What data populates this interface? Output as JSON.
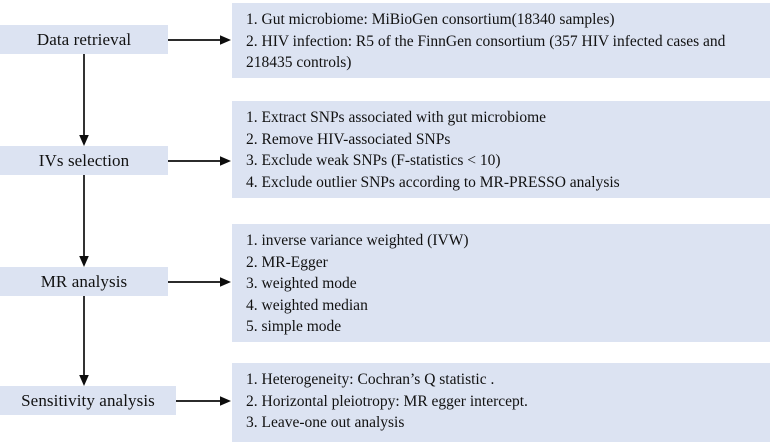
{
  "figure": {
    "type": "flowchart",
    "orientation": "vertical-stages-with-lateral-details",
    "box_fill_color": "#dce3f2",
    "arrow_color": "#0d0d0d",
    "background_color": "#ffffff"
  },
  "stages": [
    {
      "id": "data-retrieval",
      "label": "Data retrieval"
    },
    {
      "id": "ivs-selection",
      "label": "IVs selection"
    },
    {
      "id": "mr-analysis",
      "label": "MR analysis"
    },
    {
      "id": "sensitivity-analysis",
      "label": "Sensitivity analysis"
    }
  ],
  "details": [
    {
      "for_stage": "data-retrieval",
      "lines": [
        "1. Gut microbiome: MiBioGen consortium(18340 samples)",
        "2. HIV infection: R5 of the FinnGen consortium (357 HIV infected cases and 218435 controls)"
      ]
    },
    {
      "for_stage": "ivs-selection",
      "lines": [
        "1. Extract SNPs associated with gut microbiome",
        "2. Remove HIV-associated SNPs",
        "3. Exclude weak SNPs (F-statistics < 10)",
        "4. Exclude outlier SNPs according to MR-PRESSO analysis"
      ]
    },
    {
      "for_stage": "mr-analysis",
      "lines": [
        "1. inverse variance weighted (IVW)",
        "2. MR-Egger",
        "3. weighted mode",
        "4. weighted median",
        "5. simple mode"
      ]
    },
    {
      "for_stage": "sensitivity-analysis",
      "lines": [
        "1. Heterogeneity: Cochran’s Q statistic .",
        "2. Horizontal pleiotropy: MR egger intercept.",
        "3. Leave-one out analysis"
      ]
    }
  ],
  "connectors": [
    {
      "id": "stage1-to-stage2",
      "kind": "vertical-arrow"
    },
    {
      "id": "stage2-to-stage3",
      "kind": "vertical-arrow"
    },
    {
      "id": "stage3-to-stage4",
      "kind": "vertical-arrow"
    },
    {
      "id": "stage1-to-detail1",
      "kind": "horizontal-arrow"
    },
    {
      "id": "stage2-to-detail2",
      "kind": "horizontal-arrow"
    },
    {
      "id": "stage3-to-detail3",
      "kind": "horizontal-arrow"
    },
    {
      "id": "stage4-to-detail4",
      "kind": "horizontal-arrow"
    }
  ]
}
